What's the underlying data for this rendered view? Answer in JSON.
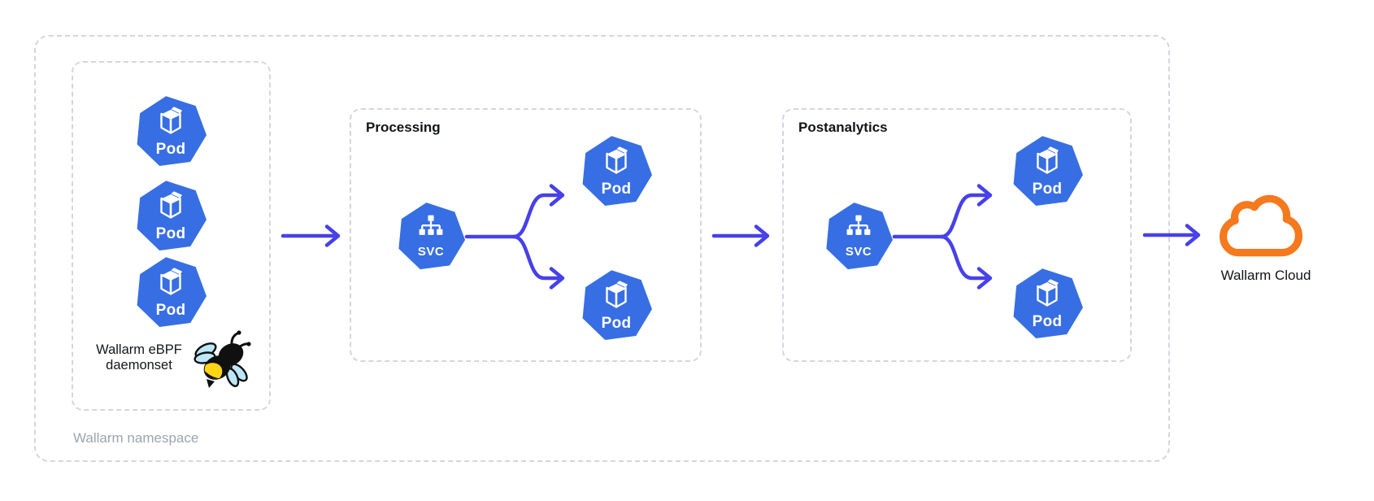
{
  "diagram": {
    "title_note": "",
    "namespace_label": "Wallarm namespace",
    "daemonset_caption_line1": "Wallarm eBPF",
    "daemonset_caption_line2": "daemonset",
    "processing_label": "Processing",
    "postanalytics_label": "Postanalytics",
    "cloud_label": "Wallarm Cloud",
    "pod_label": "Pod",
    "svc_label": "SVC",
    "counts": {
      "daemonset_pods": 3,
      "processing_pods": 2,
      "postanalytics_pods": 2
    },
    "flow": [
      "Wallarm eBPF daemonset",
      "Processing",
      "Postanalytics",
      "Wallarm Cloud"
    ]
  },
  "colors": {
    "kubernetes_blue": "#376EE3",
    "arrow_violet_blue": "#4741E8",
    "cloud_orange": "#F5791D",
    "dashed_border_gray": "#D3D6DB",
    "namespace_label_gray": "#9CA4AF",
    "label_black": "#131417",
    "bee_yellow": "#FFD515",
    "bee_wing_blue": "#BDE7F8",
    "white": "#FFFFFF"
  },
  "icons": {
    "pod": "kubernetes-pod-heptagon-cube",
    "svc": "kubernetes-service-heptagon-tree",
    "bee": "ebpf-bee",
    "cloud": "wallarm-cloud"
  }
}
